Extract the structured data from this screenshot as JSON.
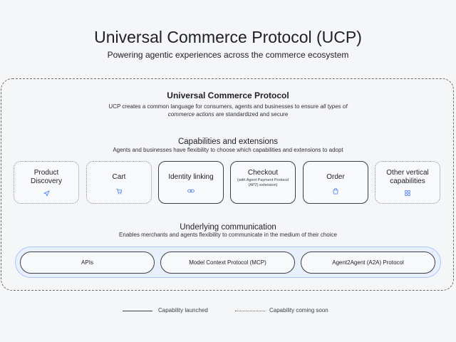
{
  "header": {
    "title": "Universal Commerce Protocol (UCP)",
    "subtitle": "Powering agentic experiences across the commerce ecosystem"
  },
  "protocol": {
    "title": "Universal Commerce Protocol",
    "desc_line1_a": "UCP creates a common language for consumers, agents and businesses to ensure ",
    "desc_line1_b": "all types of",
    "desc_line2_a": "commerce actions",
    "desc_line2_b": " are standardized and secure"
  },
  "capabilities": {
    "title": "Capabilities and extensions",
    "desc": "Agents and businesses have flexibility to choose which capabilities and extensions to adopt",
    "items": [
      {
        "label": "Product Discovery",
        "status": "coming_soon",
        "icon": "send-icon"
      },
      {
        "label": "Cart",
        "status": "coming_soon",
        "icon": "cart-icon"
      },
      {
        "label": "Identity linking",
        "status": "launched",
        "icon": "link-icon"
      },
      {
        "label": "Checkout",
        "note": "(with Agent Payment Protocol (AP2) extension)",
        "status": "launched",
        "icon": null
      },
      {
        "label": "Order",
        "status": "launched",
        "icon": "bag-icon"
      },
      {
        "label": "Other vertical capabilities",
        "status": "coming_soon",
        "icon": "grid-icon"
      }
    ]
  },
  "communication": {
    "title": "Underlying communication",
    "desc": "Enables merchants and agents flexibility to communicate in the medium of their choice",
    "items": [
      "APIs",
      "Model Context Protocol (MCP)",
      "Agent2Agent (A2A) Protocol"
    ]
  },
  "legend": {
    "launched": "Capability launched",
    "coming_soon": "Capability coming soon"
  },
  "colors": {
    "accent": "#5b8def",
    "band_fill": "#e9f0fd",
    "band_border": "#aec6f4"
  }
}
